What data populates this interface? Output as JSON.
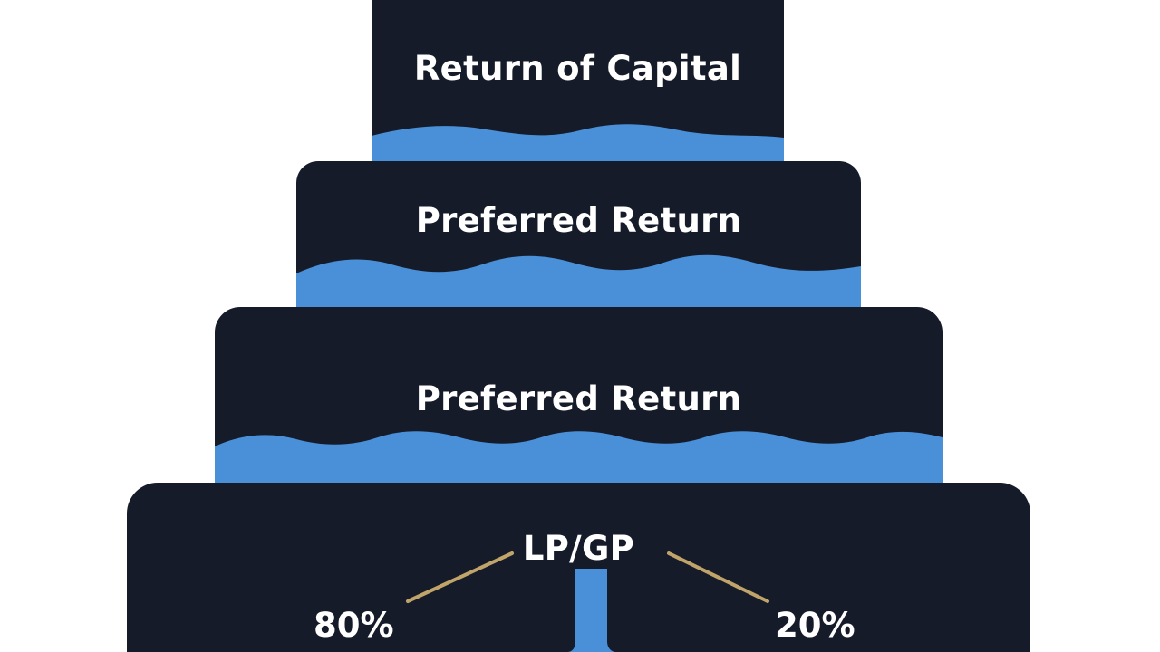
{
  "colors": {
    "tier_fill": "#161b29",
    "water": "#4a90d9",
    "split_line": "#c0a46a",
    "text": "#ffffff",
    "background": "#ffffff"
  },
  "tiers": [
    {
      "label": "Return of Capital"
    },
    {
      "label": "Preferred Return"
    },
    {
      "label": "Preferred Return"
    },
    {
      "label": "LP/GP",
      "split": {
        "left": "80%",
        "right": "20%"
      }
    }
  ]
}
